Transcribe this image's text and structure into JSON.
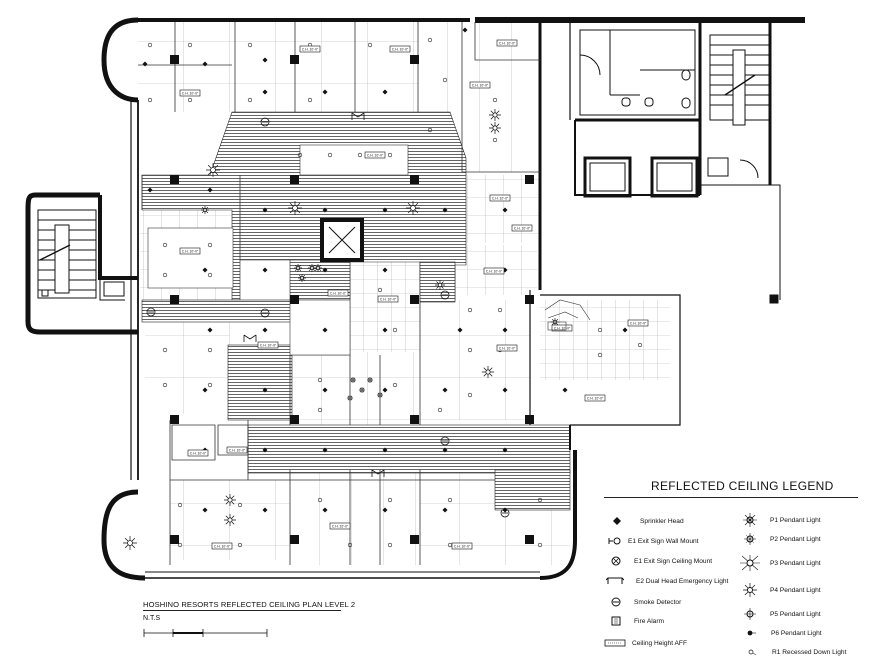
{
  "plan": {
    "title": "HOSHINO RESORTS REFLECTED CEILING PLAN LEVEL 2",
    "scale_note": "N.T.S",
    "ceiling_tag_text": "C.H. 10'-0\""
  },
  "legend": {
    "title": "REFLECTED CEILING LEGEND",
    "left_items": [
      {
        "icon": "sprinkler-head-icon",
        "label": "Sprinkler Head"
      },
      {
        "icon": "exit-sign-wall-icon",
        "label": "E1 Exit Sign Wall Mount"
      },
      {
        "icon": "exit-sign-ceiling-icon",
        "label": "E1 Exit Sign Ceiling Mount"
      },
      {
        "icon": "emergency-light-icon",
        "label": "E2 Dual Head Emergency Light"
      },
      {
        "icon": "smoke-detector-icon",
        "label": "Smoke Detector"
      },
      {
        "icon": "fire-alarm-icon",
        "label": "Fire Alarm"
      },
      {
        "icon": "ceiling-height-icon",
        "label": "Ceiling Height AFF"
      }
    ],
    "right_items": [
      {
        "icon": "p1-pendant-icon",
        "label": "P1 Pendant Light"
      },
      {
        "icon": "p2-pendant-icon",
        "label": "P2 Pendant Light"
      },
      {
        "icon": "p3-pendant-icon",
        "label": "P3 Pendant Light"
      },
      {
        "icon": "p4-pendant-icon",
        "label": "P4 Pendant Light"
      },
      {
        "icon": "p5-pendant-icon",
        "label": "P5 Pendant Light"
      },
      {
        "icon": "p6-pendant-icon",
        "label": "P6 Pendant Light"
      },
      {
        "icon": "recessed-down-light-icon",
        "label": "R1 Recessed Down Light"
      }
    ]
  }
}
